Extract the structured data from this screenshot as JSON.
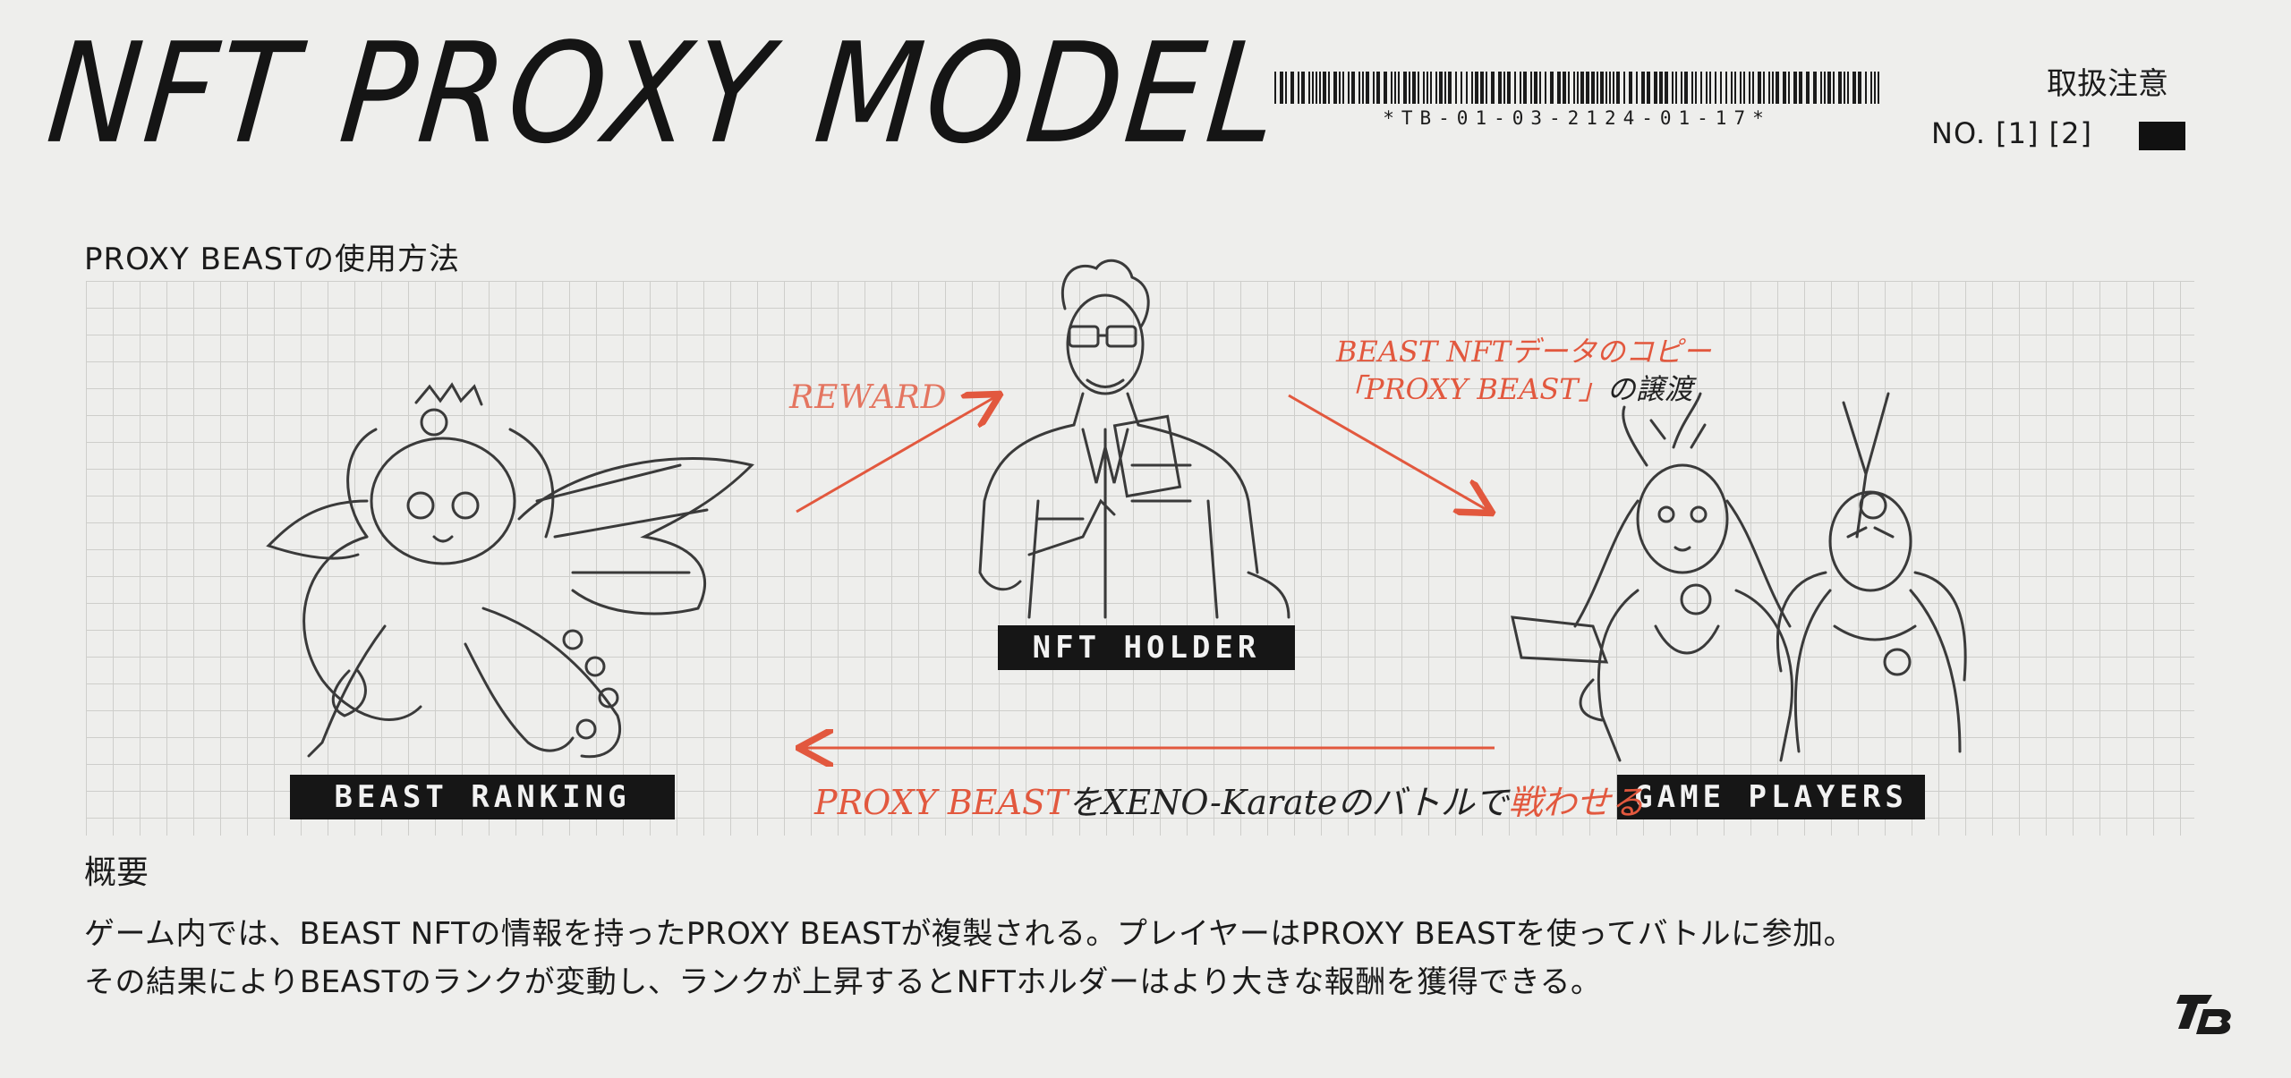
{
  "header": {
    "title": "NFT PROXY MODEL",
    "subtitle": "PROXY BEASTの使用方法",
    "barcode_text": "*TB-01-03-2124-01-17*",
    "handling_note": "取扱注意",
    "doc_number": "NO. [1] [2]"
  },
  "diagram": {
    "nodes": [
      {
        "id": "holder",
        "label": "NFT HOLDER"
      },
      {
        "id": "ranking",
        "label": "BEAST RANKING"
      },
      {
        "id": "players",
        "label": "GAME PLAYERS"
      }
    ],
    "edges": {
      "reward": {
        "from": "ranking",
        "to": "holder",
        "label": "REWARD"
      },
      "copy": {
        "from": "holder",
        "to": "players",
        "label_line1": "BEAST NFTデータのコピー",
        "label_line2_highlight": "「PROXY BEAST」",
        "label_line2_rest": "の譲渡"
      },
      "battle": {
        "from": "players",
        "to": "ranking",
        "label_highlight": "PROXY BEAST",
        "label_middle": "をXENO-Karateのバトルで",
        "label_end": "戦わせる"
      }
    },
    "accent_color": "#e2583e"
  },
  "overview": {
    "heading": "概要",
    "line1": "ゲーム内では、BEAST NFTの情報を持ったPROXY BEASTが複製される。プレイヤーはPROXY BEASTを使ってバトルに参加。",
    "line2": "その結果によりBEASTのランクが変動し、ランクが上昇するとNFTホルダーはより大きな報酬を獲得できる。"
  },
  "icons": [
    "barcode",
    "brand-logo-icon",
    "nft-holder-sketch",
    "beast-sketch",
    "players-sketch"
  ]
}
